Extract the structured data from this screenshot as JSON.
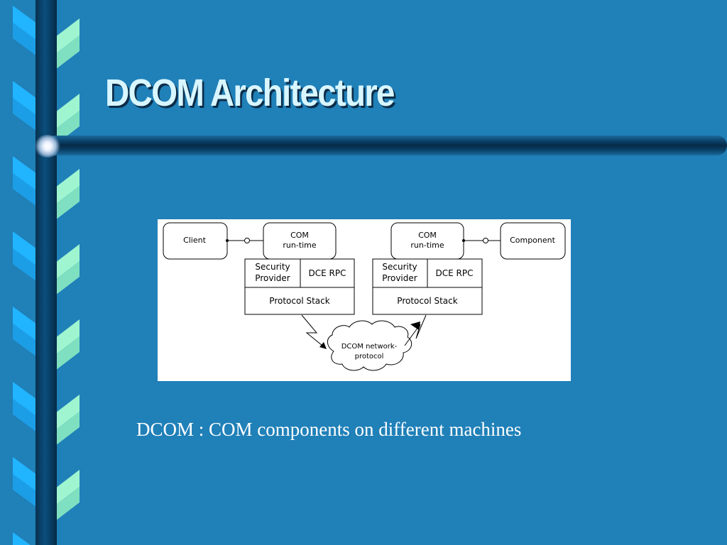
{
  "slide": {
    "title": "DCOM Architecture",
    "caption": "DCOM : COM components on different machines"
  },
  "diagram": {
    "client": "Client",
    "left_runtime": {
      "line1": "COM",
      "line2": "run-time"
    },
    "left_stack": {
      "security": {
        "line1": "Security",
        "line2": "Provider"
      },
      "rpc": "DCE RPC",
      "protocol": "Protocol Stack"
    },
    "right_runtime": {
      "line1": "COM",
      "line2": "run-time"
    },
    "right_stack": {
      "security": {
        "line1": "Security",
        "line2": "Provider"
      },
      "rpc": "DCE RPC",
      "protocol": "Protocol Stack"
    },
    "component": "Component",
    "network": {
      "line1": "DCOM network-",
      "line2": "protocol"
    }
  },
  "colors": {
    "background": "#2080b8",
    "ribbon_cyan": "#21b4ff",
    "ribbon_mint": "#9ff5d0",
    "title_text": "#d8f6ff",
    "caption_text": "#ffffff"
  }
}
